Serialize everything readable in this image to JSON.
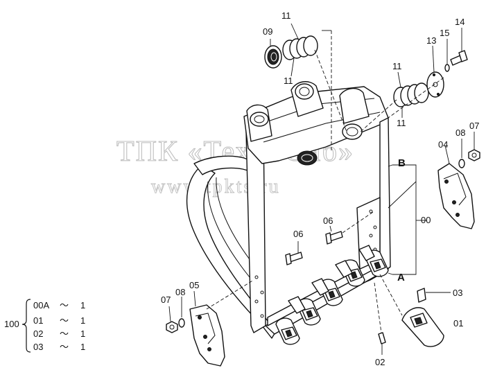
{
  "watermark": {
    "line1": "ТПК «ТехноСиб»",
    "line2": "www.tpkts.ru"
  },
  "callouts": {
    "p00": "00",
    "p01": "01",
    "p02": "02",
    "p03": "03",
    "p04": "04",
    "p05": "05",
    "p06a": "06",
    "p06b": "06",
    "p07a": "07",
    "p07b": "07",
    "p08a": "08",
    "p08b": "08",
    "p09": "09",
    "p11a": "11",
    "p11b": "11",
    "p11c": "11",
    "p11d": "11",
    "p13": "13",
    "p14": "14",
    "p15": "15",
    "pointA": "A",
    "pointB": "B"
  },
  "bom": {
    "assembly": "100",
    "rows": [
      {
        "code": "00A",
        "sep": "～",
        "qty": "1"
      },
      {
        "code": "01",
        "sep": "～",
        "qty": "1"
      },
      {
        "code": "02",
        "sep": "～",
        "qty": "1"
      },
      {
        "code": "03",
        "sep": "～",
        "qty": "1"
      }
    ]
  }
}
